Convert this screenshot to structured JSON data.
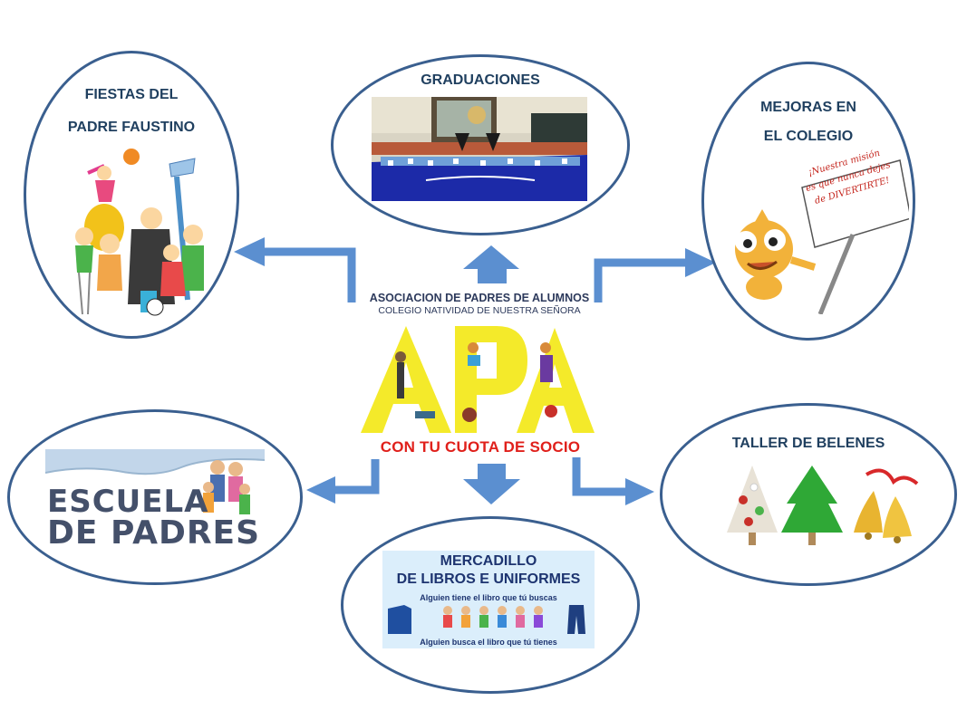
{
  "center": {
    "line1": "ASOCIACION DE PADRES DE ALUMNOS",
    "line2": "COLEGIO NATIVIDAD DE NUESTRA SEÑORA",
    "logo_letters": [
      "A",
      "P",
      "A"
    ],
    "cta": "CON TU CUOTA DE SOCIO"
  },
  "nodes": {
    "fiestas": {
      "line1": "FIESTAS DEL",
      "line2": "PADRE FAUSTINO"
    },
    "graduaciones": {
      "label": "GRADUACIONES"
    },
    "mejoras": {
      "line1": "MEJORAS EN",
      "line2": "EL COLEGIO",
      "sign1": "¡Nuestra misión",
      "sign2": "es que nunca dejes",
      "sign3": "de DIVERTIRTE!"
    },
    "escuela": {
      "line1": "ESCUELA",
      "line2": "DE PADRES"
    },
    "mercadillo": {
      "line1": "MERCADILLO",
      "line2": "DE LIBROS E UNIFORMES",
      "sub1": "Alguien tiene el libro que tú buscas",
      "sub2": "Alguien busca el libro que tú tienes"
    },
    "belenes": {
      "label": "TALLER DE BELENES"
    }
  },
  "colors": {
    "node_border": "#3a5f8f",
    "arrow": "#5b8fd0",
    "cta": "#e0201b",
    "label": "#1f3f5f",
    "logo_yellow": "#f4ea2a"
  }
}
